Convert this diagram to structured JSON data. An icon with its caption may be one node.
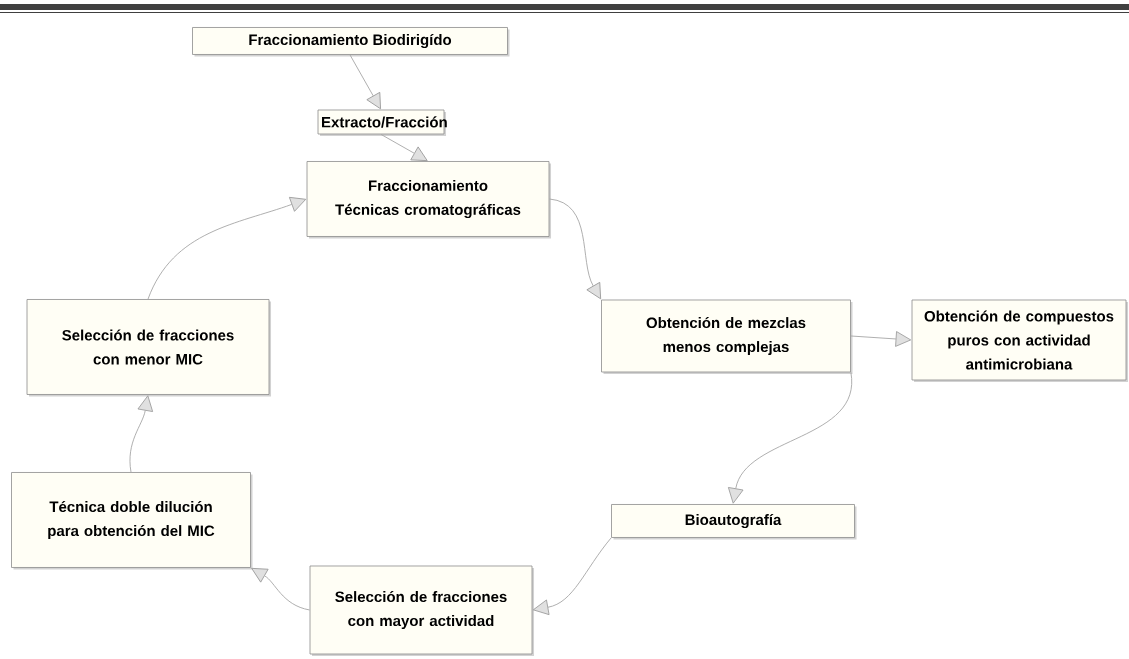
{
  "diagram": {
    "title": "Fraccionamiento Biodirigído",
    "nodes": [
      {
        "text": [
          "Extracto/Fracción"
        ]
      },
      {
        "text": [
          "Fraccionamiento Técnicas cromatográficas"
        ]
      },
      {
        "text": [
          "Obtención de mezclas menos complejas"
        ]
      },
      {
        "text": [
          "Obtención de compuestos puros con actividad antimicrobiana"
        ]
      },
      {
        "text": [
          "Bioautografía"
        ]
      },
      {
        "text": [
          "Selección de fracciones con mayor actividad"
        ]
      },
      {
        "text": [
          "Técnica doble dilución para obtención del MIC"
        ]
      },
      {
        "text": [
          "Selección de fracciones con menor MIC"
        ]
      }
    ],
    "edges": [
      {
        "from": null,
        "to": 0,
        "arrow": "to"
      },
      {
        "from": 0,
        "to": 1,
        "arrow": "to"
      },
      {
        "from": 1,
        "to": 2,
        "arrow": "to"
      },
      {
        "from": 2,
        "to": 3,
        "arrow": "to"
      },
      {
        "from": 2,
        "to": 4,
        "arrow": "to"
      },
      {
        "from": 4,
        "to": 5,
        "arrow": "to"
      },
      {
        "from": 5,
        "to": 6,
        "arrow": "to"
      },
      {
        "from": 6,
        "to": 7,
        "arrow": "to"
      },
      {
        "from": 7,
        "to": 1,
        "arrow": "to"
      }
    ]
  }
}
